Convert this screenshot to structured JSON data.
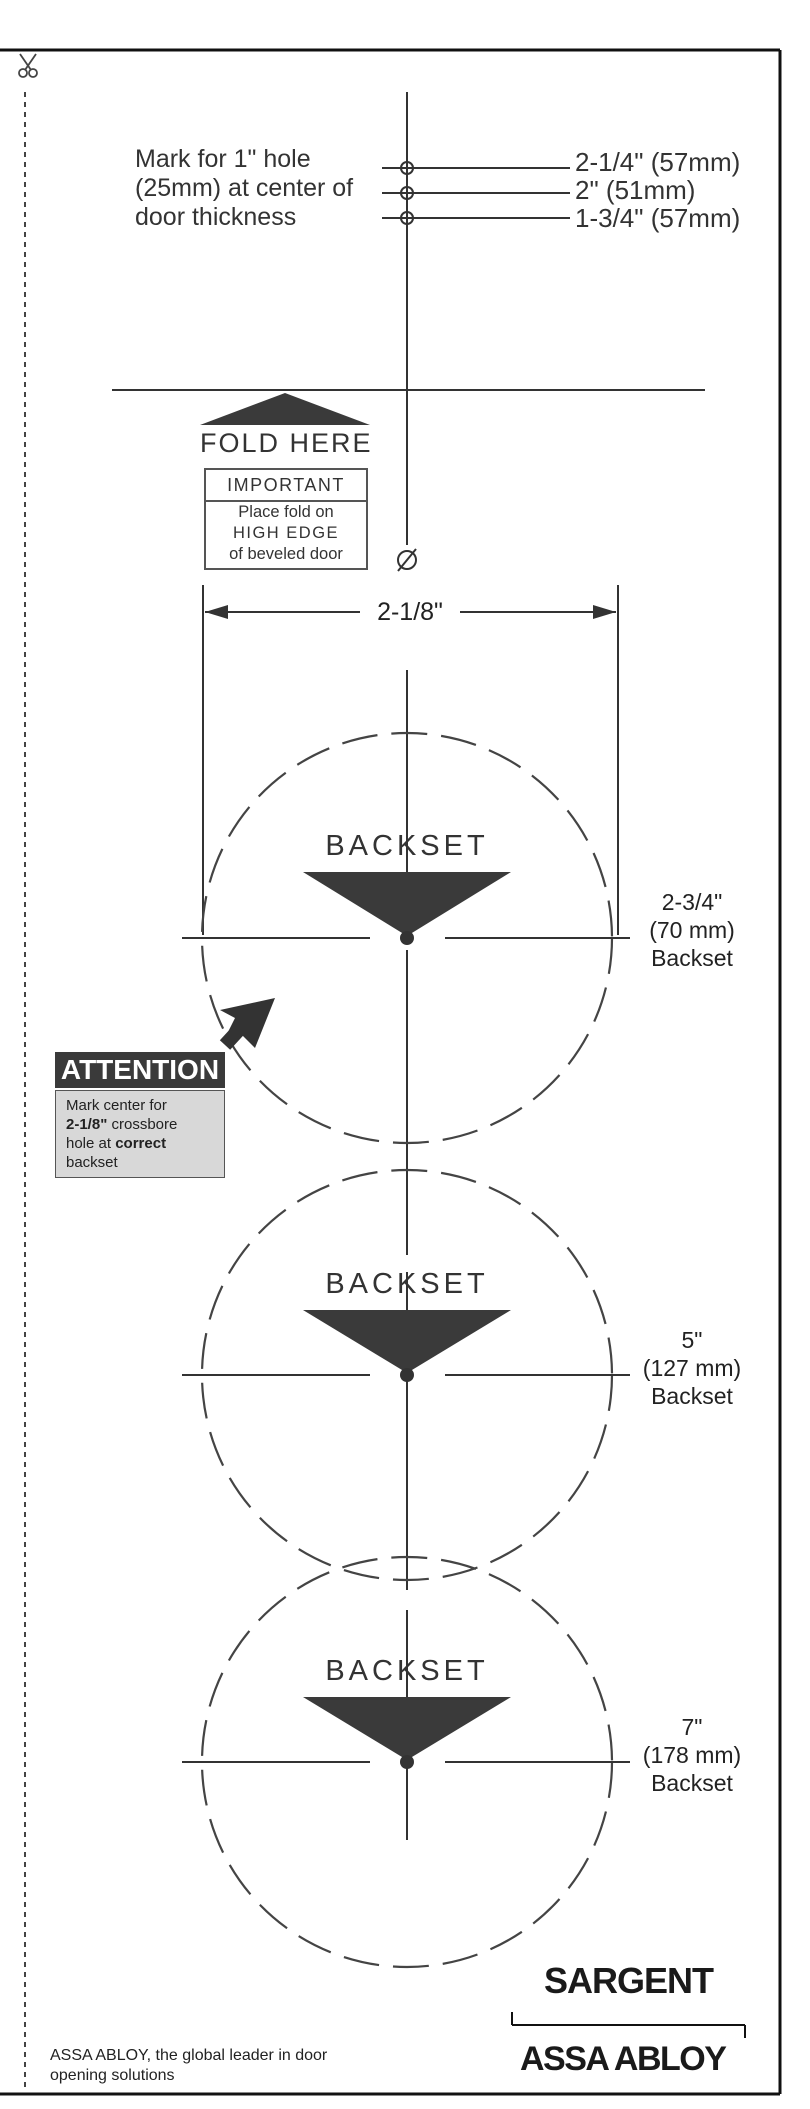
{
  "mark_label": "Mark for 1\" hole (25mm) at center of door thickness",
  "dimensions": [
    "2-1/4\" (57mm)",
    "2\" (51mm)",
    "1-3/4\" (57mm)"
  ],
  "fold": {
    "label": "FOLD HERE",
    "important_title": "IMPORTANT",
    "important_lines": [
      "Place fold on",
      "HIGH EDGE",
      "of beveled door"
    ]
  },
  "crossbore_dimension": "2-1/8\"",
  "backsets": [
    {
      "word": "BACKSET",
      "line1": "2-3/4\"",
      "line2": "(70 mm)",
      "line3": "Backset"
    },
    {
      "word": "BACKSET",
      "line1": "5\"",
      "line2": "(127 mm)",
      "line3": "Backset"
    },
    {
      "word": "BACKSET",
      "line1": "7\"",
      "line2": "(178 mm)",
      "line3": "Backset"
    }
  ],
  "attention": {
    "title": "ATTENTION",
    "line1": "Mark center for",
    "line2_bold": "2-1/8\"",
    "line2_rest": " crossbore",
    "line3_pre": "hole at ",
    "line3_bold": "correct",
    "line4": "backset"
  },
  "footer": {
    "tagline": "ASSA ABLOY, the global leader in door opening solutions",
    "brand_top": "SARGENT",
    "brand_bottom": "ASSA ABLOY"
  },
  "colors": {
    "ink": "#2b2b2b",
    "attention_bg": "#3a3a3a",
    "attention_box": "#d8d8d8"
  },
  "icons": [
    "scissors-icon",
    "attention-arrow-icon"
  ]
}
